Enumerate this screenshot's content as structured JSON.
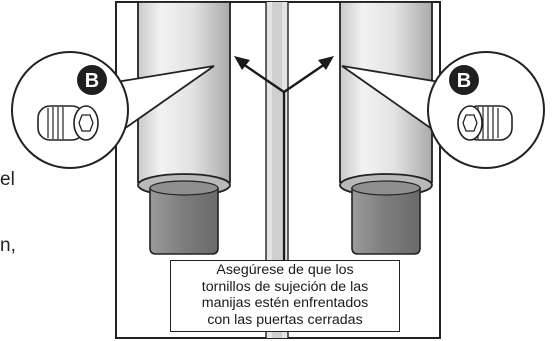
{
  "caption": {
    "lines": [
      "Asegúrese de que los",
      "tornillos de sujeción de las",
      "manijas estén enfrentados",
      "con las puertas cerradas"
    ]
  },
  "callouts": {
    "left_label": "B",
    "right_label": "B"
  },
  "margin_fragments": {
    "line_1": "el",
    "line_2": "n,"
  },
  "colors": {
    "outline": "#222222",
    "handle_light": "#e6e6e6",
    "handle_shadow": "#b5b5b5",
    "handle_base": "#8a8a8a",
    "gap_strip": "#d9d9d9",
    "badge": "#1f1f1f"
  }
}
